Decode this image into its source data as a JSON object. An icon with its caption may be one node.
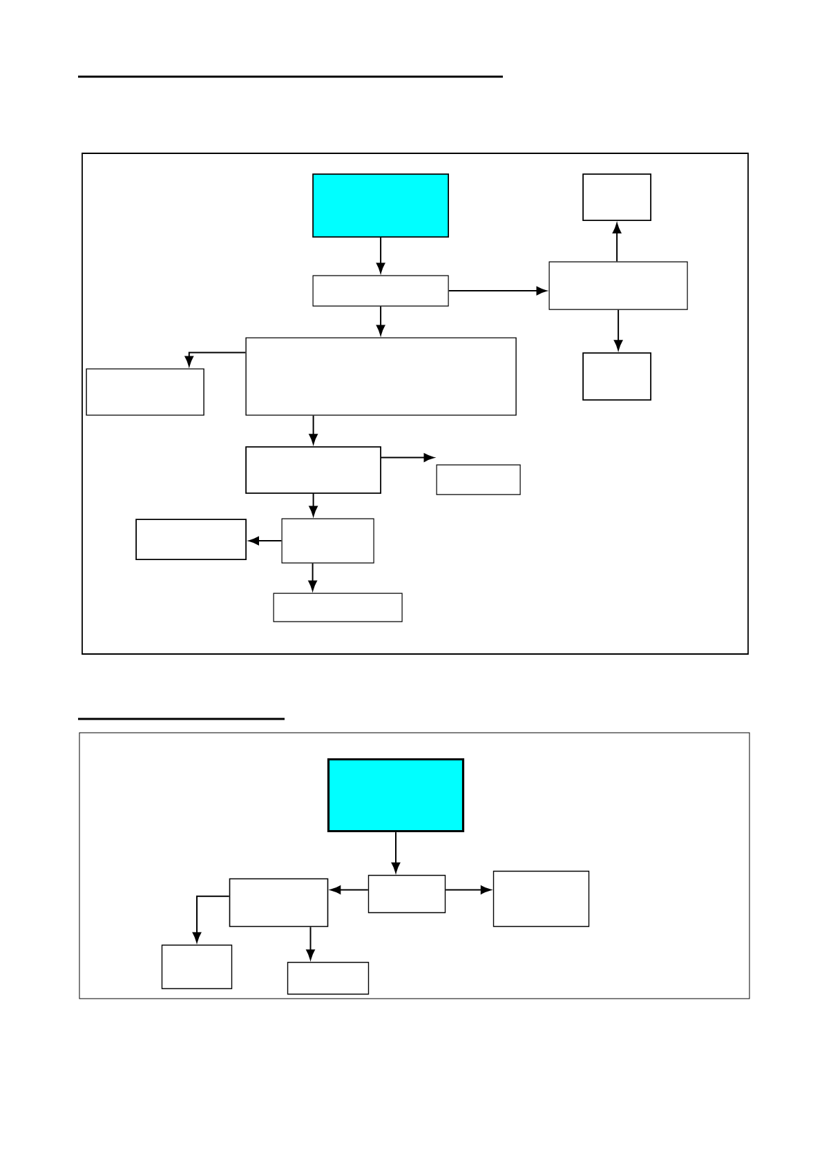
{
  "diagram": {
    "nodes": [
      {
        "text": [],
        "shape": "box"
      },
      {
        "text": [],
        "shape": "box",
        "in": 0
      },
      {
        "text": [],
        "shape": "box",
        "in": 0
      },
      {
        "text": [],
        "shape": "box",
        "in": 0
      },
      {
        "text": [],
        "shape": "box",
        "in": 0
      },
      {
        "text": [],
        "shape": "box",
        "in": 0
      },
      {
        "text": [],
        "shape": "box",
        "in": 0
      },
      {
        "text": [],
        "shape": "box",
        "in": 0
      },
      {
        "text": [],
        "shape": "box",
        "in": 0
      },
      {
        "text": [],
        "shape": "box",
        "in": 0
      },
      {
        "text": [],
        "shape": "box",
        "in": 0
      },
      {
        "text": [],
        "shape": "box",
        "in": 0
      },
      {
        "text": [],
        "shape": "box",
        "in": 0
      },
      {
        "text": [],
        "shape": "box"
      },
      {
        "text": [],
        "shape": "box",
        "in": 13
      },
      {
        "text": [],
        "shape": "box",
        "in": 13
      },
      {
        "text": [],
        "shape": "box",
        "in": 13
      },
      {
        "text": [],
        "shape": "box",
        "in": 13
      },
      {
        "text": [],
        "shape": "box",
        "in": 13
      },
      {
        "text": [],
        "shape": "box",
        "in": 13
      }
    ],
    "edges": [
      {
        "from": 1,
        "to": 4,
        "arrow": "to"
      },
      {
        "from": 4,
        "to": 3,
        "arrow": "to"
      },
      {
        "from": 3,
        "to": 2,
        "arrow": "to"
      },
      {
        "from": 3,
        "to": 6,
        "arrow": "to"
      },
      {
        "from": 4,
        "to": 5,
        "arrow": "to"
      },
      {
        "from": 5,
        "to": 7,
        "arrow": "to"
      },
      {
        "from": 5,
        "to": 8,
        "arrow": "to"
      },
      {
        "from": 8,
        "to": 9,
        "arrow": "to"
      },
      {
        "from": 8,
        "to": 10,
        "arrow": "to"
      },
      {
        "from": 10,
        "to": 11,
        "arrow": "to"
      },
      {
        "from": 10,
        "to": 12,
        "arrow": "to"
      },
      {
        "from": 14,
        "to": 16,
        "arrow": "to"
      },
      {
        "from": 16,
        "to": 17,
        "arrow": "to"
      },
      {
        "from": 16,
        "to": 15,
        "arrow": "to"
      },
      {
        "from": 17,
        "to": 18,
        "arrow": "to"
      },
      {
        "from": 17,
        "to": 19,
        "arrow": "to"
      }
    ]
  }
}
